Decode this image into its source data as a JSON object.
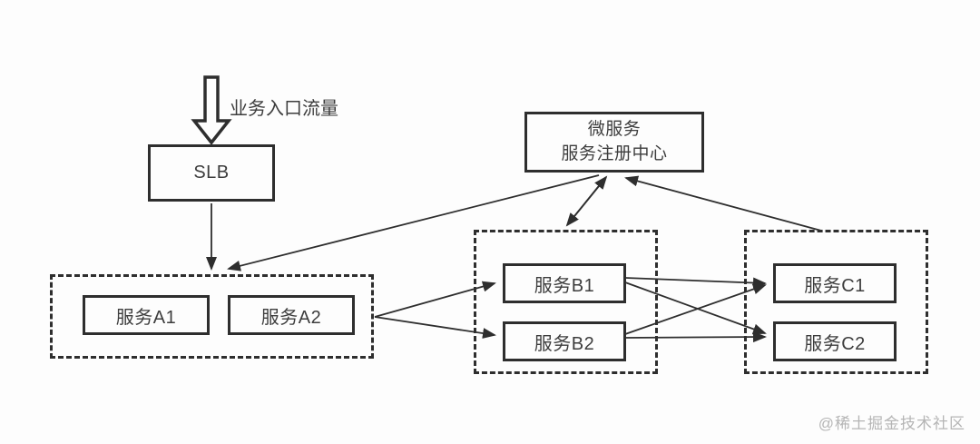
{
  "diagram": {
    "entry_flow_label": "业务入口流量",
    "nodes": {
      "slb": {
        "label": "SLB"
      },
      "registry": {
        "label_line1": "微服务",
        "label_line2": "服务注册中心"
      },
      "service_a1": {
        "label": "服务A1"
      },
      "service_a2": {
        "label": "服务A2"
      },
      "service_b1": {
        "label": "服务B1"
      },
      "service_b2": {
        "label": "服务B2"
      },
      "service_c1": {
        "label": "服务C1"
      },
      "service_c2": {
        "label": "服务C2"
      }
    },
    "edges": [
      {
        "from": "entry-traffic",
        "to": "slb",
        "style": "block-arrow"
      },
      {
        "from": "slb",
        "to": "group-a",
        "direction": "one-way"
      },
      {
        "from": "registry",
        "to": "group-a",
        "direction": "one-way"
      },
      {
        "from": "registry",
        "to": "group-b",
        "direction": "two-way"
      },
      {
        "from": "group-c",
        "to": "registry",
        "direction": "one-way"
      },
      {
        "from": "group-a",
        "to": "service_b1",
        "direction": "one-way"
      },
      {
        "from": "group-a",
        "to": "service_b2",
        "direction": "one-way"
      },
      {
        "from": "service_b1",
        "to": "service_c1",
        "direction": "one-way"
      },
      {
        "from": "service_b1",
        "to": "service_c2",
        "direction": "one-way"
      },
      {
        "from": "service_b2",
        "to": "service_c1",
        "direction": "one-way"
      },
      {
        "from": "service_b2",
        "to": "service_c2",
        "direction": "one-way"
      }
    ],
    "colors": {
      "stroke": "#2e2e2e",
      "text": "#3d3d3d",
      "background": "#fdfdfd",
      "watermark": "#b5b5b5"
    }
  },
  "watermark": {
    "text": "@稀土掘金技术社区"
  }
}
